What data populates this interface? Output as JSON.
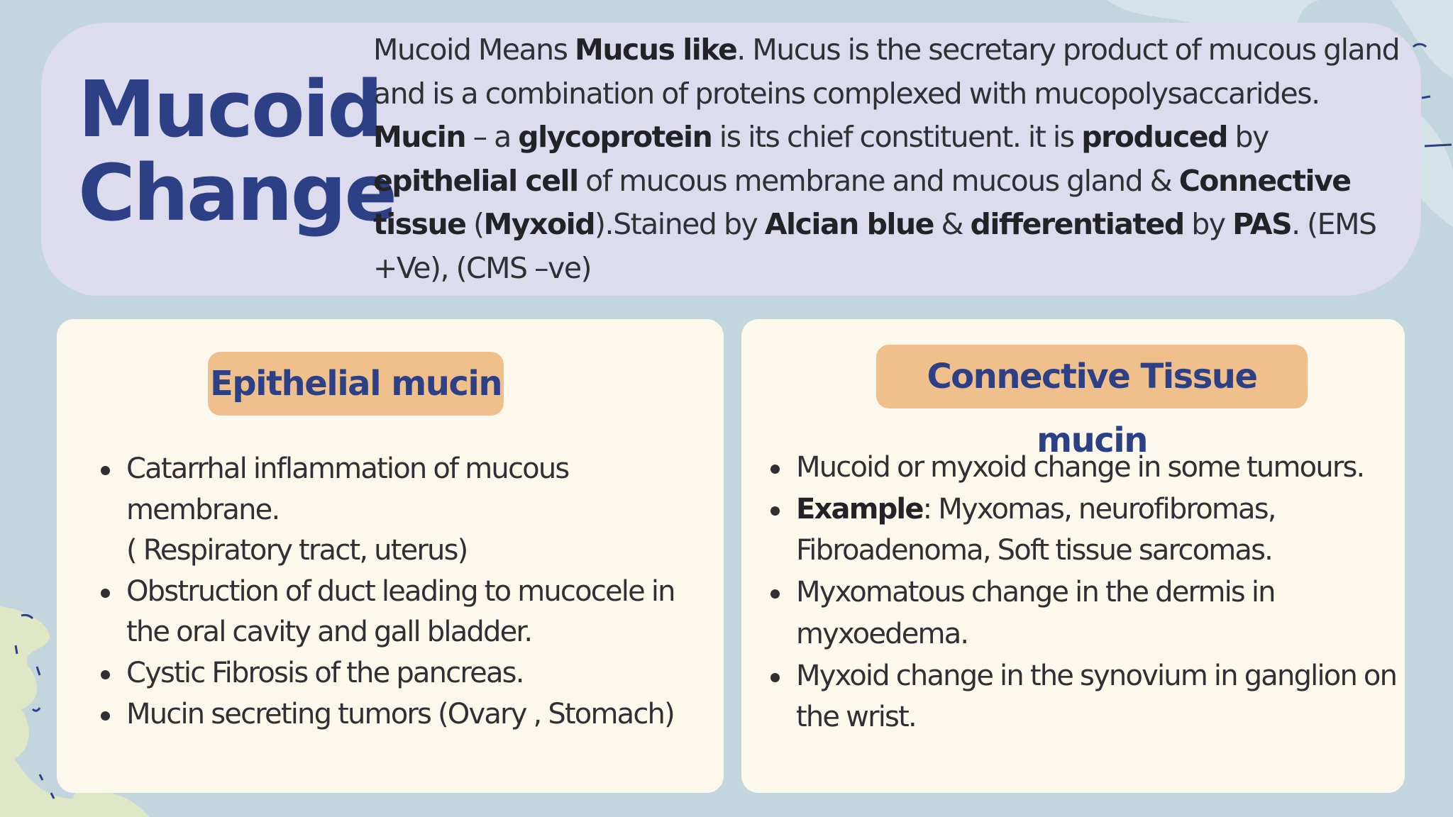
{
  "title": {
    "line1": "Mucoid",
    "line2": "Change"
  },
  "intro": {
    "segments": [
      {
        "text": "Mucoid Means ",
        "bold": false
      },
      {
        "text": "Mucus like",
        "bold": true
      },
      {
        "text": ". Mucus is the secretary product of mucous gland and is a combination of proteins complexed with mucopolysaccarides. ",
        "bold": false
      },
      {
        "text": "Mucin",
        "bold": true
      },
      {
        "text": " – a ",
        "bold": false
      },
      {
        "text": "glycoprotein",
        "bold": true
      },
      {
        "text": " is its chief constituent. it is ",
        "bold": false
      },
      {
        "text": "produced",
        "bold": true
      },
      {
        "text": " by ",
        "bold": false
      },
      {
        "text": "epithelial cell",
        "bold": true
      },
      {
        "text": " of mucous membrane and mucous gland & ",
        "bold": false
      },
      {
        "text": "Connective tissue",
        "bold": true
      },
      {
        "text": " (",
        "bold": false
      },
      {
        "text": "Myxoid",
        "bold": true
      },
      {
        "text": ").Stained by ",
        "bold": false
      },
      {
        "text": "Alcian blue",
        "bold": true
      },
      {
        "text": " & ",
        "bold": false
      },
      {
        "text": "differentiated",
        "bold": true
      },
      {
        "text": " by ",
        "bold": false
      },
      {
        "text": "PAS",
        "bold": true
      },
      {
        "text": ". (EMS +Ve), (CMS –ve)",
        "bold": false
      }
    ]
  },
  "epithelial": {
    "heading": "Epithelial mucin",
    "items": [
      {
        "main": "Catarrhal inflammation of mucous membrane.",
        "sub": "( Respiratory tract, uterus)"
      },
      {
        "main": "Obstruction of duct leading to mucocele in the oral cavity and gall bladder."
      },
      {
        "main": "Cystic Fibrosis of the pancreas."
      },
      {
        "main": "Mucin secreting tumors (Ovary , Stomach)"
      }
    ]
  },
  "connective": {
    "heading": "Connective Tissue mucin",
    "items": [
      {
        "main": "Mucoid or myxoid change in some tumours."
      },
      {
        "bold": "Example",
        "main": ": Myxomas, neurofibromas, Fibroadenoma, Soft tissue sarcomas."
      },
      {
        "main": "Myxomatous change in the dermis in myxoedema."
      },
      {
        "main": "Myxoid change in the synovium in ganglion on the wrist."
      }
    ]
  },
  "colors": {
    "background": "#c3d6de",
    "header_panel": "#dcdcee",
    "card": "#fdf8ec",
    "pill": "#efc08b",
    "heading_text": "#2d4085",
    "deco_green": "#dfe8c6"
  }
}
